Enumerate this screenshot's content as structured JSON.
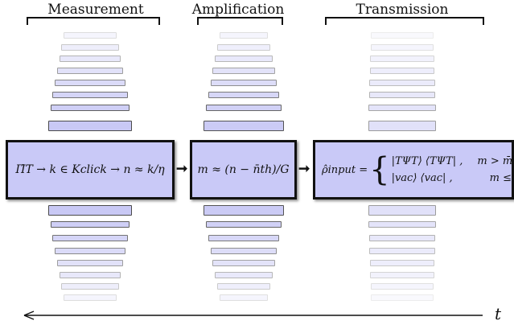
{
  "stages": {
    "measurement": "Measurement",
    "amplification": "Amplification",
    "transmission": "Transmission"
  },
  "boxes": {
    "measurement_formula": "Π̂T → k ∈ Kclick → n ≈ k/η",
    "amplification_formula": "m ≈ (n − n̄th)/G",
    "transmission_lhs": "ρ̂input =",
    "transmission_case1_state": "|TΨT⟩ ⟨TΨT| ,",
    "transmission_case1_cond": "m > m̄th",
    "transmission_case2_state": "|vac⟩ ⟨vac| ,",
    "transmission_case2_cond": "m ≤ m̄th"
  },
  "axis": {
    "label": "t"
  },
  "colors": {
    "box_fill": "#c9c9f7",
    "slab_fill": "#c9c9f5",
    "border": "#111111"
  }
}
